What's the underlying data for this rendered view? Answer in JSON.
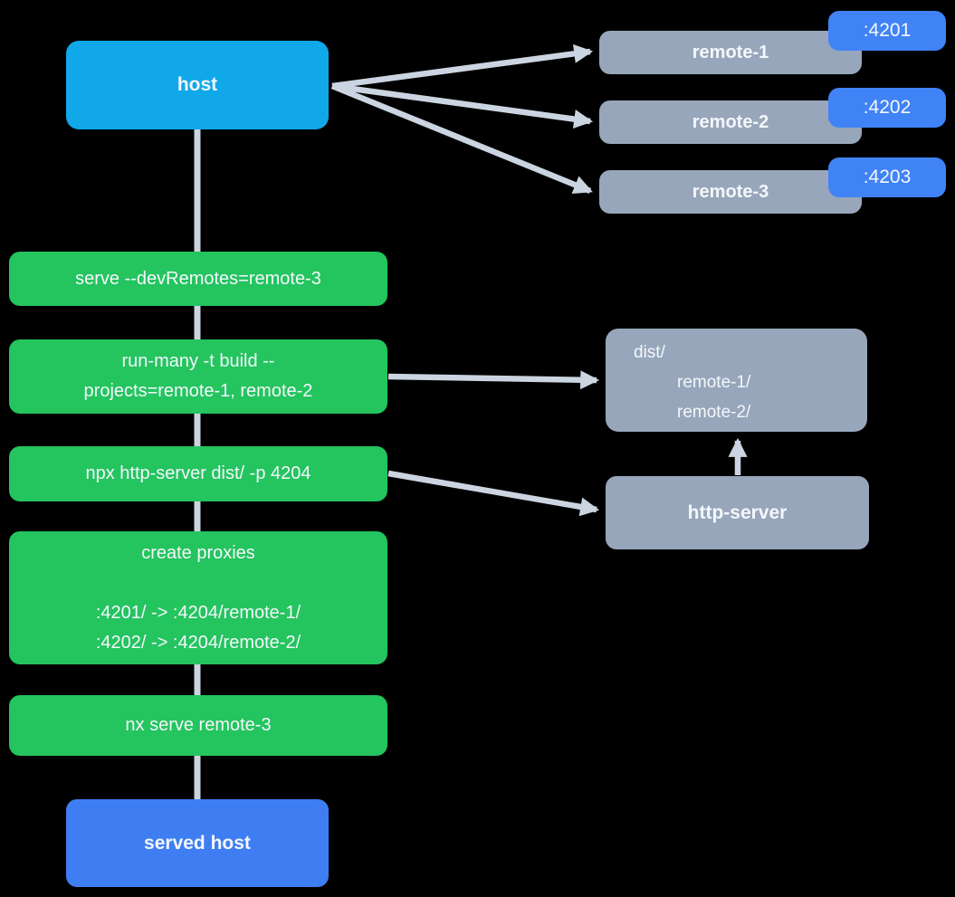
{
  "diagram": {
    "host": {
      "label": "host"
    },
    "remotes": [
      {
        "label": "remote-1",
        "port": ":4201"
      },
      {
        "label": "remote-2",
        "port": ":4202"
      },
      {
        "label": "remote-3",
        "port": ":4203"
      }
    ],
    "steps": [
      {
        "text": "serve --devRemotes=remote-3"
      },
      {
        "text": "run-many -t build --\nprojects=remote-1, remote-2"
      },
      {
        "text": "npx http-server dist/ -p 4204"
      },
      {
        "text": "create proxies\n\n:4201/ -> :4204/remote-1/\n:4202/ -> :4204/remote-2/"
      },
      {
        "text": "nx serve remote-3"
      }
    ],
    "dist": {
      "lines": [
        "dist/",
        "remote-1/",
        "remote-2/"
      ]
    },
    "http_server": {
      "label": "http-server"
    },
    "served_host": {
      "label": "served host"
    },
    "colors": {
      "host_box": "#10a8e9",
      "step_box": "#24c45f",
      "remote_box": "#97a6ba",
      "port_badge": "#4083f7",
      "served_host_box": "#3f7ef2",
      "connector": "#cbd5e1",
      "text": "#f4f7fb",
      "background": "#000000"
    }
  }
}
